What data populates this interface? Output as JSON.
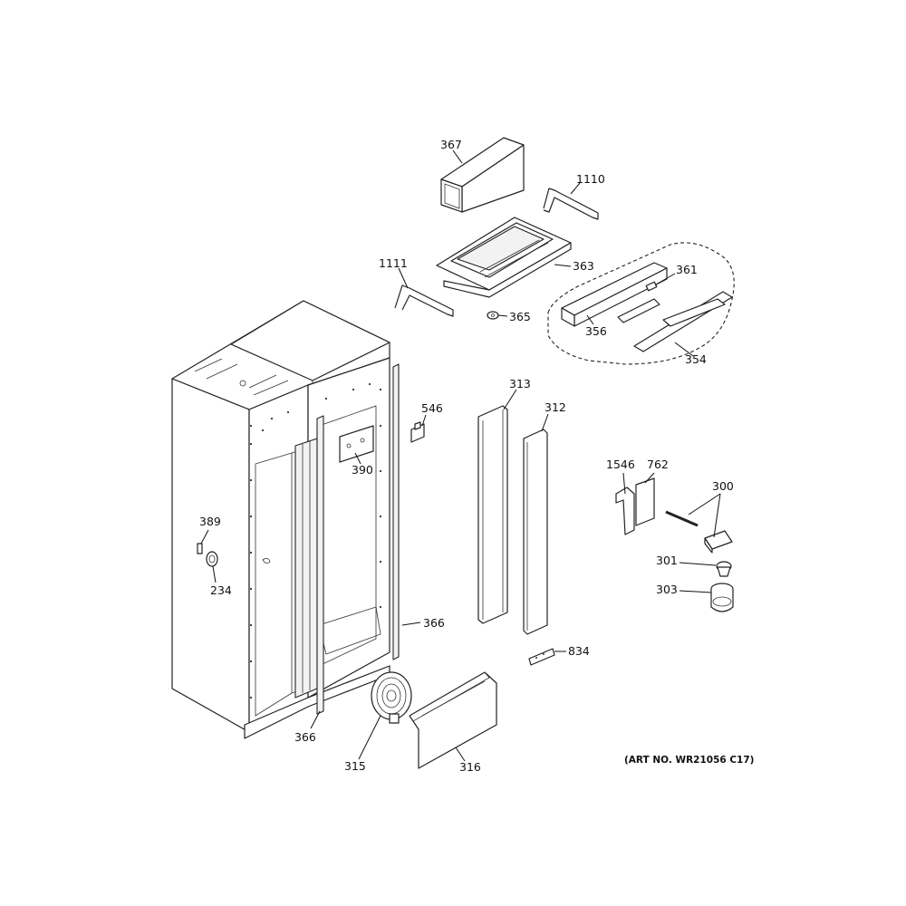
{
  "diagram": {
    "parts": [
      {
        "id": "p367",
        "label": "367"
      },
      {
        "id": "p1110",
        "label": "1110"
      },
      {
        "id": "p363",
        "label": "363"
      },
      {
        "id": "p1111",
        "label": "1111"
      },
      {
        "id": "p365",
        "label": "365"
      },
      {
        "id": "p361",
        "label": "361"
      },
      {
        "id": "p356",
        "label": "356"
      },
      {
        "id": "p354",
        "label": "354"
      },
      {
        "id": "p546",
        "label": "546"
      },
      {
        "id": "p313",
        "label": "313"
      },
      {
        "id": "p312",
        "label": "312"
      },
      {
        "id": "p390",
        "label": "390"
      },
      {
        "id": "p389",
        "label": "389"
      },
      {
        "id": "p234",
        "label": "234"
      },
      {
        "id": "p366a",
        "label": "366"
      },
      {
        "id": "p366b",
        "label": "366"
      },
      {
        "id": "p315",
        "label": "315"
      },
      {
        "id": "p316",
        "label": "316"
      },
      {
        "id": "p1546",
        "label": "1546"
      },
      {
        "id": "p762",
        "label": "762"
      },
      {
        "id": "p300",
        "label": "300"
      },
      {
        "id": "p301",
        "label": "301"
      },
      {
        "id": "p303",
        "label": "303"
      },
      {
        "id": "p834",
        "label": "834"
      }
    ],
    "art_number": "(ART NO. WR21056 C17)"
  }
}
